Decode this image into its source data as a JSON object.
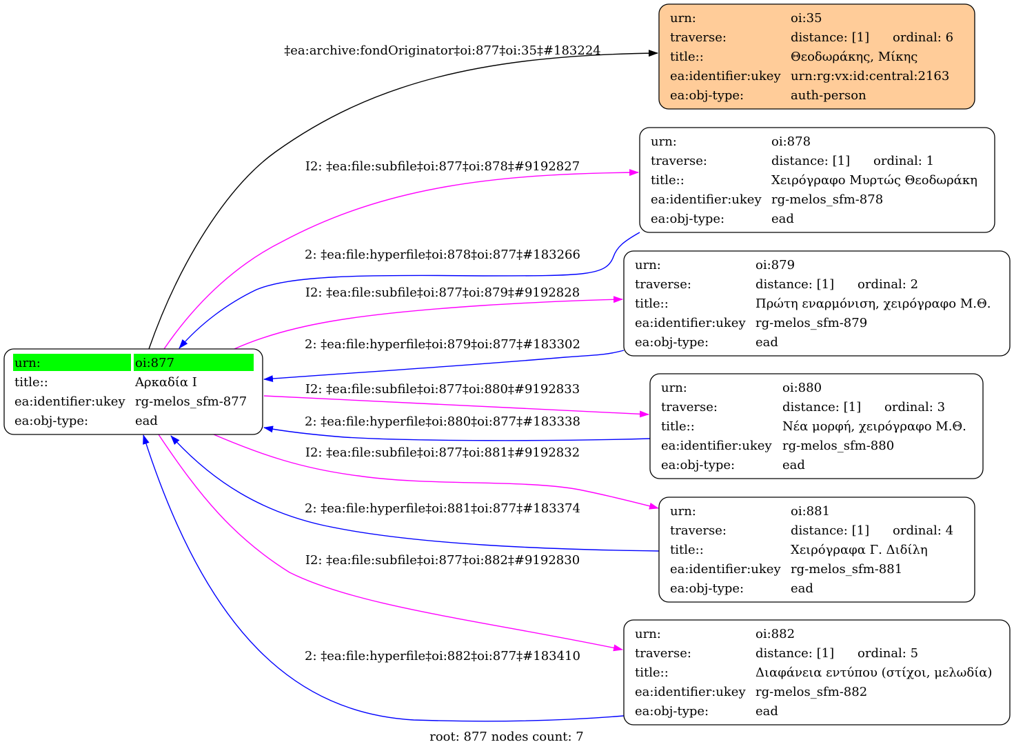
{
  "colors": {
    "edge_origin": "#000000",
    "edge_subfile": "#ff00ff",
    "edge_hyperfile": "#0000ff",
    "root_highlight": "#00ff00",
    "originator_fill": "#ffcc99",
    "node_fill": "#ffffff",
    "node_border": "#000000"
  },
  "root": {
    "id": "877",
    "rows": [
      {
        "key": "urn:",
        "value": "oi:877",
        "highlight": true
      },
      {
        "key": "title::",
        "value": "Αρκαδία Ι"
      },
      {
        "key": "ea:identifier:ukey",
        "value": "rg-melos_sfm-877"
      },
      {
        "key": "ea:obj-type:",
        "value": "ead"
      }
    ]
  },
  "nodes": [
    {
      "id": "35",
      "style": "originator",
      "rows": [
        {
          "key": "urn:",
          "value": "oi:35"
        },
        {
          "key": "traverse:",
          "value": "distance: [1]",
          "extra": "ordinal: 6"
        },
        {
          "key": "title::",
          "value": "Θεοδωράκης, Μίκης"
        },
        {
          "key": "ea:identifier:ukey",
          "value": "urn:rg:vx:id:central:2163"
        },
        {
          "key": "ea:obj-type:",
          "value": "auth-person"
        }
      ]
    },
    {
      "id": "878",
      "style": "plain",
      "rows": [
        {
          "key": "urn:",
          "value": "oi:878"
        },
        {
          "key": "traverse:",
          "value": "distance: [1]",
          "extra": "ordinal: 1"
        },
        {
          "key": "title::",
          "value": "Χειρόγραφο Μυρτώς Θεοδωράκη"
        },
        {
          "key": "ea:identifier:ukey",
          "value": "rg-melos_sfm-878"
        },
        {
          "key": "ea:obj-type:",
          "value": "ead"
        }
      ]
    },
    {
      "id": "879",
      "style": "plain",
      "rows": [
        {
          "key": "urn:",
          "value": "oi:879"
        },
        {
          "key": "traverse:",
          "value": "distance: [1]",
          "extra": "ordinal: 2"
        },
        {
          "key": "title::",
          "value": "Πρώτη εναρμόνιση, χειρόγραφο Μ.Θ."
        },
        {
          "key": "ea:identifier:ukey",
          "value": "rg-melos_sfm-879"
        },
        {
          "key": "ea:obj-type:",
          "value": "ead"
        }
      ]
    },
    {
      "id": "880",
      "style": "plain",
      "rows": [
        {
          "key": "urn:",
          "value": "oi:880"
        },
        {
          "key": "traverse:",
          "value": "distance: [1]",
          "extra": "ordinal: 3"
        },
        {
          "key": "title::",
          "value": "Νέα μορφή, χειρόγραφο Μ.Θ."
        },
        {
          "key": "ea:identifier:ukey",
          "value": "rg-melos_sfm-880"
        },
        {
          "key": "ea:obj-type:",
          "value": "ead"
        }
      ]
    },
    {
      "id": "881",
      "style": "plain",
      "rows": [
        {
          "key": "urn:",
          "value": "oi:881"
        },
        {
          "key": "traverse:",
          "value": "distance: [1]",
          "extra": "ordinal: 4"
        },
        {
          "key": "title::",
          "value": "Χειρόγραφα Γ. Διδίλη"
        },
        {
          "key": "ea:identifier:ukey",
          "value": "rg-melos_sfm-881"
        },
        {
          "key": "ea:obj-type:",
          "value": "ead"
        }
      ]
    },
    {
      "id": "882",
      "style": "plain",
      "rows": [
        {
          "key": "urn:",
          "value": "oi:882"
        },
        {
          "key": "traverse:",
          "value": "distance: [1]",
          "extra": "ordinal: 5"
        },
        {
          "key": "title::",
          "value": "Διαφάνεια εντύπου (στίχοι, μελωδία)"
        },
        {
          "key": "ea:identifier:ukey",
          "value": "rg-melos_sfm-882"
        },
        {
          "key": "ea:obj-type:",
          "value": "ead"
        }
      ]
    }
  ],
  "edges": [
    {
      "id": "e-35",
      "kind": "origin",
      "from": "877",
      "to": "35",
      "label": "‡ea:archive:fondOriginator‡oi:877‡oi:35‡#183224"
    },
    {
      "id": "e-878-sub",
      "kind": "subfile",
      "from": "877",
      "to": "878",
      "label": "I2: ‡ea:file:subfile‡oi:877‡oi:878‡#9192827"
    },
    {
      "id": "e-878-hyp",
      "kind": "hyperfile",
      "from": "878",
      "to": "877",
      "label": "2: ‡ea:file:hyperfile‡oi:878‡oi:877‡#183266"
    },
    {
      "id": "e-879-sub",
      "kind": "subfile",
      "from": "877",
      "to": "879",
      "label": "I2: ‡ea:file:subfile‡oi:877‡oi:879‡#9192828"
    },
    {
      "id": "e-879-hyp",
      "kind": "hyperfile",
      "from": "879",
      "to": "877",
      "label": "2: ‡ea:file:hyperfile‡oi:879‡oi:877‡#183302"
    },
    {
      "id": "e-880-sub",
      "kind": "subfile",
      "from": "877",
      "to": "880",
      "label": "I2: ‡ea:file:subfile‡oi:877‡oi:880‡#9192833"
    },
    {
      "id": "e-880-hyp",
      "kind": "hyperfile",
      "from": "880",
      "to": "877",
      "label": "2: ‡ea:file:hyperfile‡oi:880‡oi:877‡#183338"
    },
    {
      "id": "e-881-sub",
      "kind": "subfile",
      "from": "877",
      "to": "881",
      "label": "I2: ‡ea:file:subfile‡oi:877‡oi:881‡#9192832"
    },
    {
      "id": "e-881-hyp",
      "kind": "hyperfile",
      "from": "881",
      "to": "877",
      "label": "2: ‡ea:file:hyperfile‡oi:881‡oi:877‡#183374"
    },
    {
      "id": "e-882-sub",
      "kind": "subfile",
      "from": "877",
      "to": "882",
      "label": "I2: ‡ea:file:subfile‡oi:877‡oi:882‡#9192830"
    },
    {
      "id": "e-882-hyp",
      "kind": "hyperfile",
      "from": "882",
      "to": "877",
      "label": "2: ‡ea:file:hyperfile‡oi:882‡oi:877‡#183410"
    }
  ],
  "footer": "root: 877 nodes count: 7"
}
